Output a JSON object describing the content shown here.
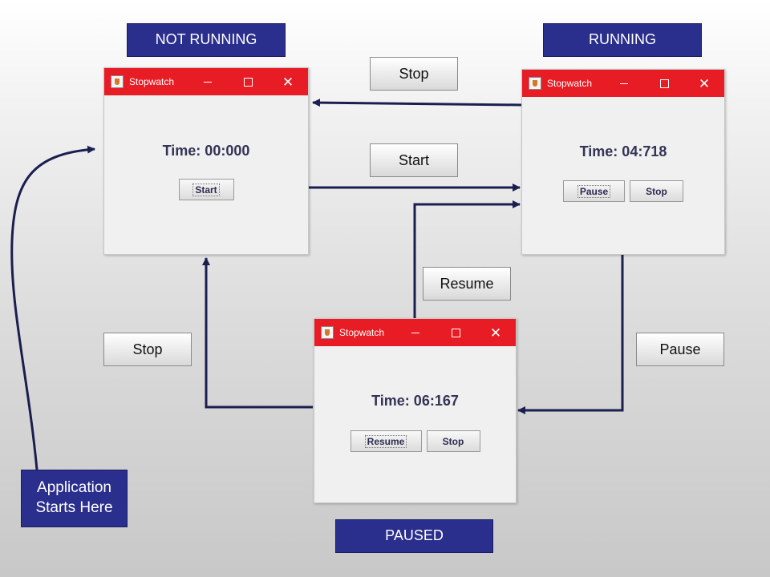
{
  "states": {
    "not_running": "NOT RUNNING",
    "running": "RUNNING",
    "paused": "PAUSED"
  },
  "transitions": {
    "stop_top": "Stop",
    "start": "Start",
    "resume": "Resume",
    "stop_left": "Stop",
    "pause": "Pause"
  },
  "start_note": "Application Starts Here",
  "windows": {
    "not_running": {
      "title": "Stopwatch",
      "time": "Time: 00:000",
      "buttons": [
        "Start"
      ]
    },
    "running": {
      "title": "Stopwatch",
      "time": "Time: 04:718",
      "buttons": [
        "Pause",
        "Stop"
      ]
    },
    "paused": {
      "title": "Stopwatch",
      "time": "Time: 06:167",
      "buttons": [
        "Resume",
        "Stop"
      ]
    }
  },
  "colors": {
    "state_label_bg": "#2a2e8c",
    "titlebar": "#e81c24",
    "arrow": "#1a1f4f"
  }
}
